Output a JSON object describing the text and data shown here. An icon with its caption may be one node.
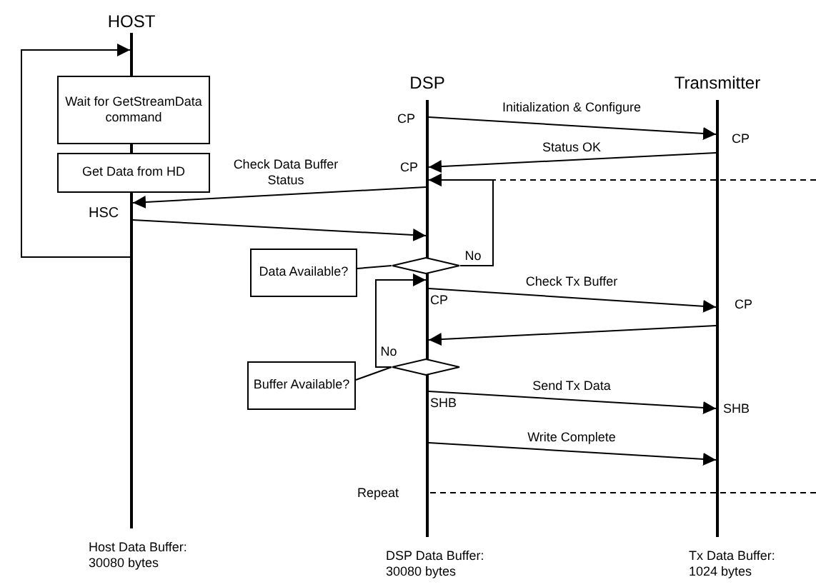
{
  "diagram": {
    "nodes": [
      {
        "text": [
          "HOST"
        ],
        "beside": [
          "Host Data Buffer: 30080 bytes"
        ]
      },
      {
        "text": [
          "DSP"
        ],
        "beside": [
          "DSP Data Buffer: 30080 bytes"
        ]
      },
      {
        "text": [
          "Transmitter"
        ],
        "beside": [
          "Tx Data Buffer: 1024 bytes"
        ]
      },
      {
        "text": [
          "Wait for GetStreamData command"
        ]
      },
      {
        "text": [
          "Get Data from HD"
        ]
      },
      {
        "text": [
          "Data Available?"
        ]
      },
      {
        "text": [],
        "shape": "diamond"
      },
      {
        "text": [
          "Buffer Available?"
        ]
      },
      {
        "text": [],
        "shape": "diamond"
      }
    ],
    "edges": [
      {
        "from": 1,
        "to": 2,
        "arrow": "to",
        "label": "Initialization & Configure"
      },
      {
        "from": 2,
        "to": 1,
        "arrow": "to",
        "label": "Status OK"
      },
      {
        "from": 1,
        "to": 0,
        "arrow": "to",
        "label": "Check Data Buffer Status"
      },
      {
        "from": 0,
        "to": 1,
        "arrow": "to"
      },
      {
        "from": 6,
        "to": 1,
        "arrow": "to",
        "label": "No"
      },
      {
        "from": null,
        "to": 1,
        "arrow": "to",
        "style": "dashed"
      },
      {
        "from": 5,
        "to": 6,
        "arrow": "none"
      },
      {
        "from": 8,
        "to": 1,
        "arrow": "to",
        "label": "No"
      },
      {
        "from": 1,
        "to": 2,
        "arrow": "to",
        "label": "Check Tx Buffer"
      },
      {
        "from": 2,
        "to": 1,
        "arrow": "to"
      },
      {
        "from": 7,
        "to": 8,
        "arrow": "none"
      },
      {
        "from": 1,
        "to": 2,
        "arrow": "to",
        "label": "Send Tx Data"
      },
      {
        "from": 1,
        "to": 2,
        "arrow": "to",
        "label": "Write Complete"
      },
      {
        "from": 0,
        "to": 0,
        "arrow": "to"
      }
    ],
    "labels": [
      "CP",
      "CP",
      "CP",
      "HSC",
      "CP",
      "CP",
      "SHB",
      "SHB",
      "Repeat"
    ]
  }
}
